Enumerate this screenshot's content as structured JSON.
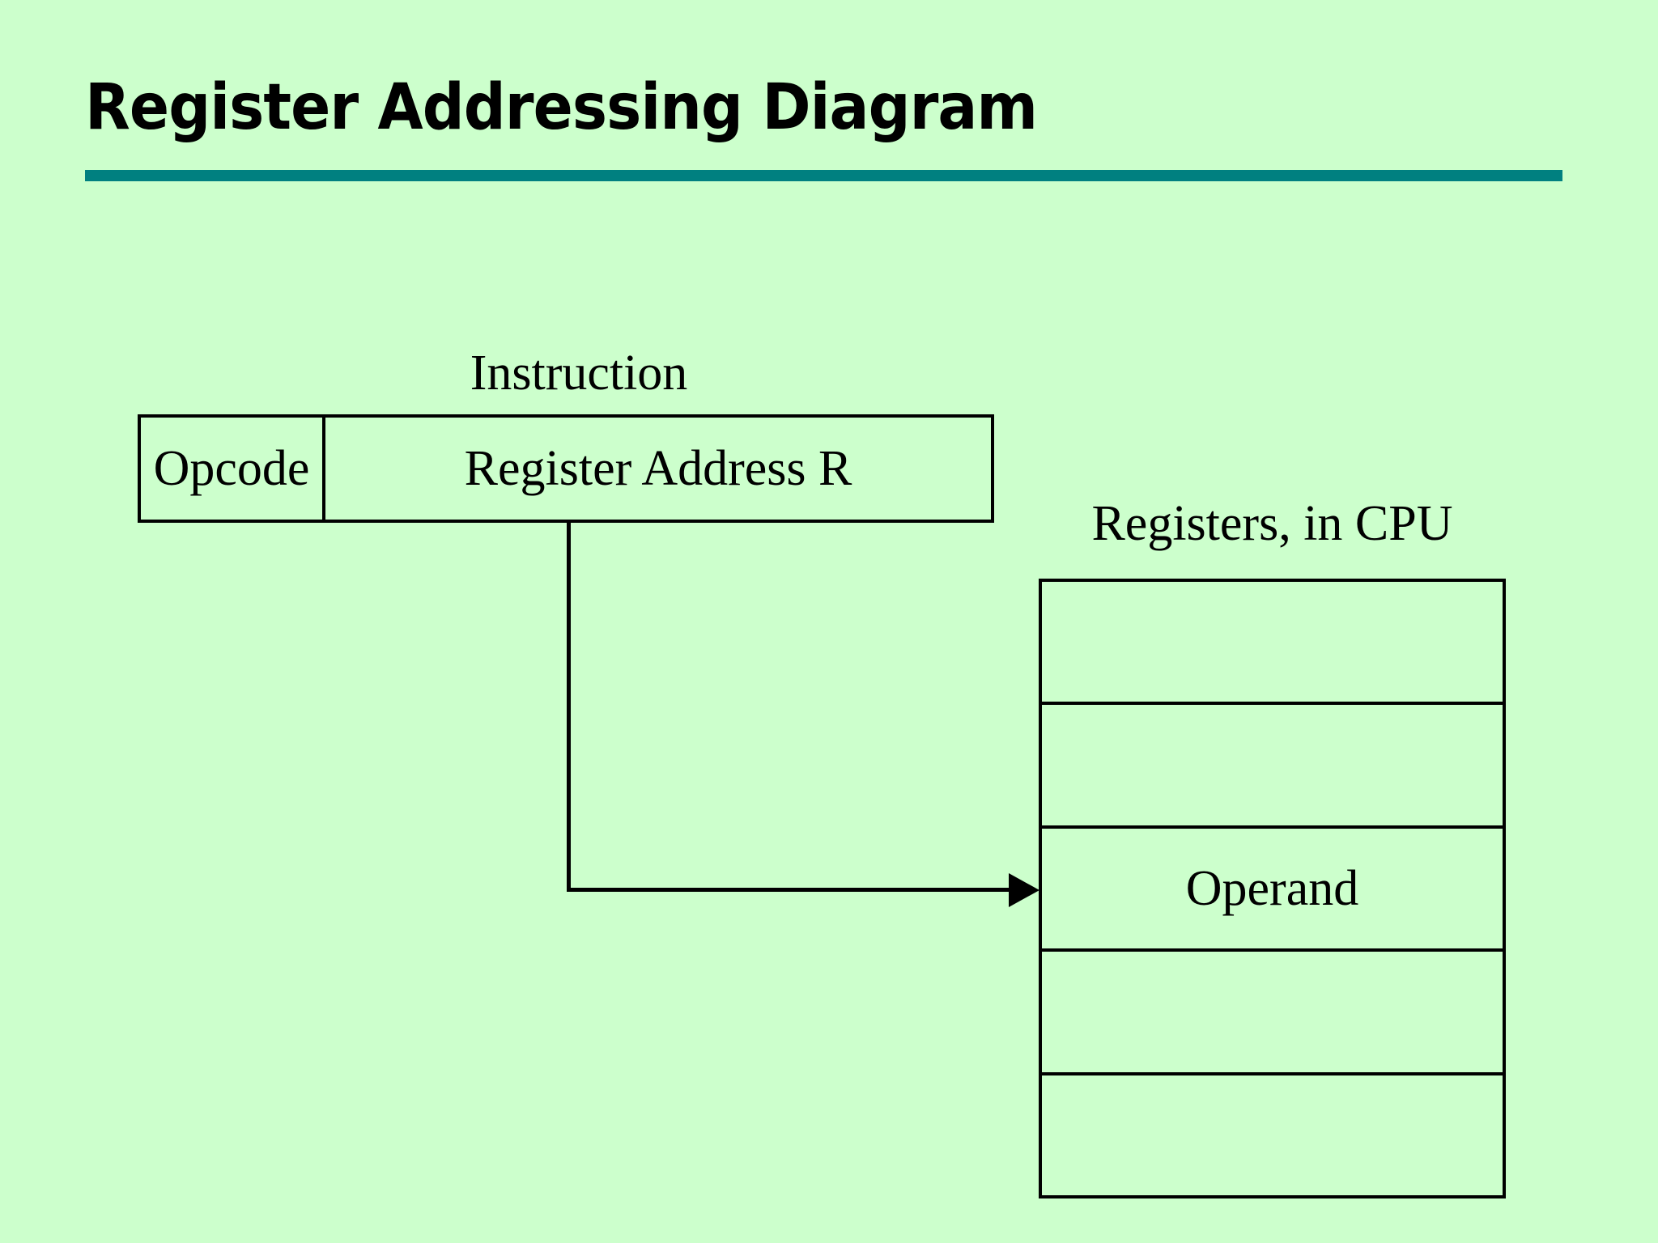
{
  "slide": {
    "title": "Register Addressing Diagram",
    "background_color": "#CCFFCC",
    "rule_color": "#008080",
    "text_color": "#000000"
  },
  "instruction": {
    "label": "Instruction",
    "fields": [
      {
        "name": "opcode",
        "text": "Opcode"
      },
      {
        "name": "register-address",
        "text": "Register Address R"
      }
    ]
  },
  "connector": {
    "kind": "elbow-arrow",
    "from": "register-address-field",
    "to": "register-file-operand-row"
  },
  "registers": {
    "label": "Registers, in CPU",
    "rows": [
      {
        "index": 0,
        "text": ""
      },
      {
        "index": 1,
        "text": ""
      },
      {
        "index": 2,
        "text": "Operand"
      },
      {
        "index": 3,
        "text": ""
      },
      {
        "index": 4,
        "text": ""
      }
    ]
  }
}
